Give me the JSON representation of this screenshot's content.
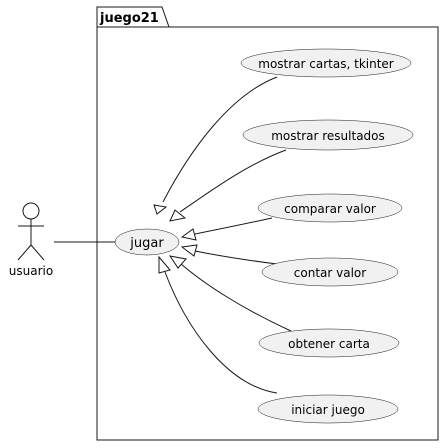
{
  "package": {
    "name": "juego21"
  },
  "actor": {
    "name": "usuario"
  },
  "central_use_case": {
    "label": "jugar"
  },
  "use_cases": [
    {
      "id": "mostrar-cartas",
      "label": "mostrar cartas, tkinter"
    },
    {
      "id": "mostrar-resultados",
      "label": "mostrar resultados"
    },
    {
      "id": "comparar-valor",
      "label": "comparar valor"
    },
    {
      "id": "contar-valor",
      "label": "contar valor"
    },
    {
      "id": "obtener-carta",
      "label": "obtener carta"
    },
    {
      "id": "iniciar-juego",
      "label": "iniciar juego"
    }
  ]
}
